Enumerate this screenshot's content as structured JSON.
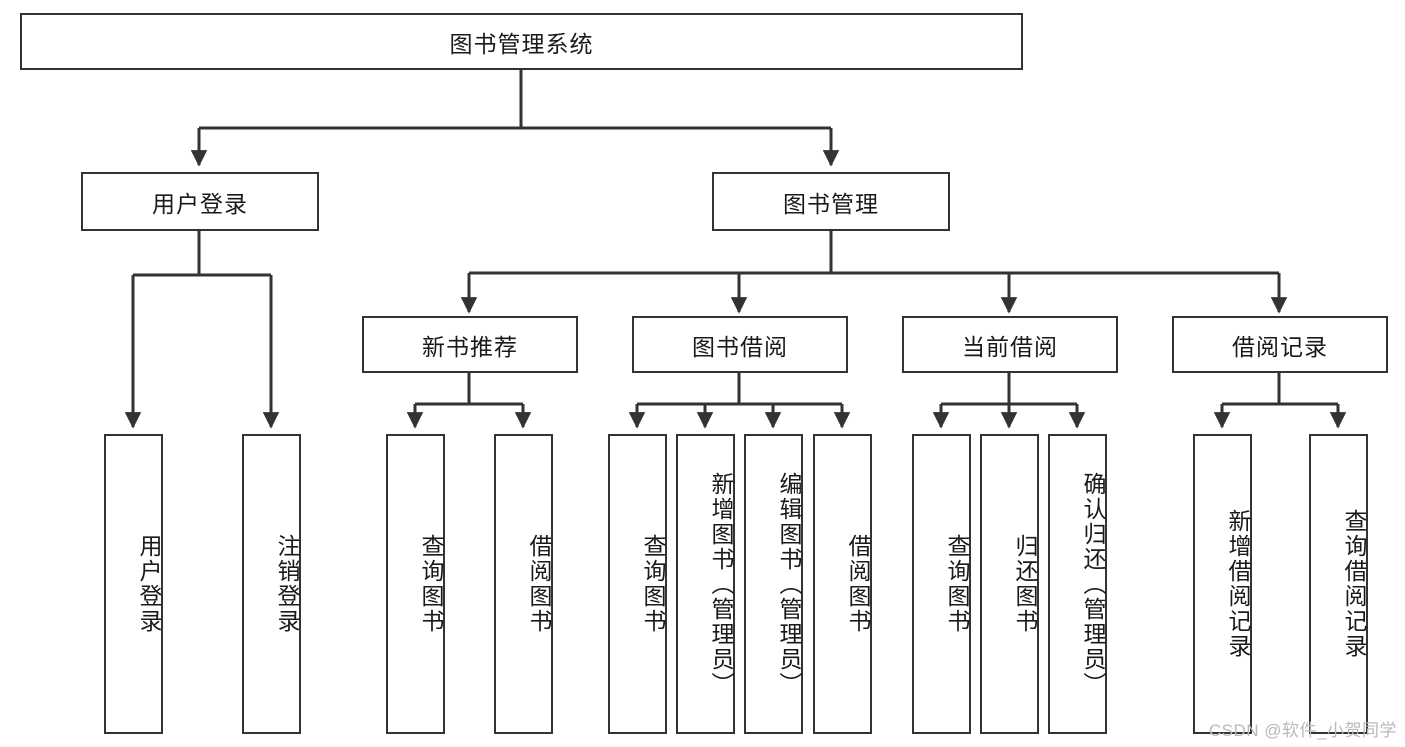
{
  "diagram": {
    "title": "图书管理系统",
    "watermark": "CSDN @软件_小贺同学",
    "line_color": "#333333",
    "box_fill": "#ffffff",
    "text_color": "#1a1a1a",
    "nodes": {
      "root": "图书管理系统",
      "user_login": "用户登录",
      "book_manage": "图书管理",
      "new_book_rec": "新书推荐",
      "book_borrow": "图书借阅",
      "current_borrow": "当前借阅",
      "borrow_record": "借阅记录",
      "leaf_user_login": "用户登录",
      "leaf_logout": "注销登录",
      "leaf_query_book_1": "查询图书",
      "leaf_borrow_book_1": "借阅图书",
      "leaf_query_book_2": "查询图书",
      "leaf_add_book_admin": "新增图书（管理员）",
      "leaf_edit_book_admin": "编辑图书（管理员）",
      "leaf_borrow_book_2": "借阅图书",
      "leaf_query_book_3": "查询图书",
      "leaf_return_book": "归还图书",
      "leaf_confirm_return_admin": "确认归还（管理员）",
      "leaf_add_record": "新增借阅记录",
      "leaf_query_record": "查询借阅记录"
    }
  }
}
